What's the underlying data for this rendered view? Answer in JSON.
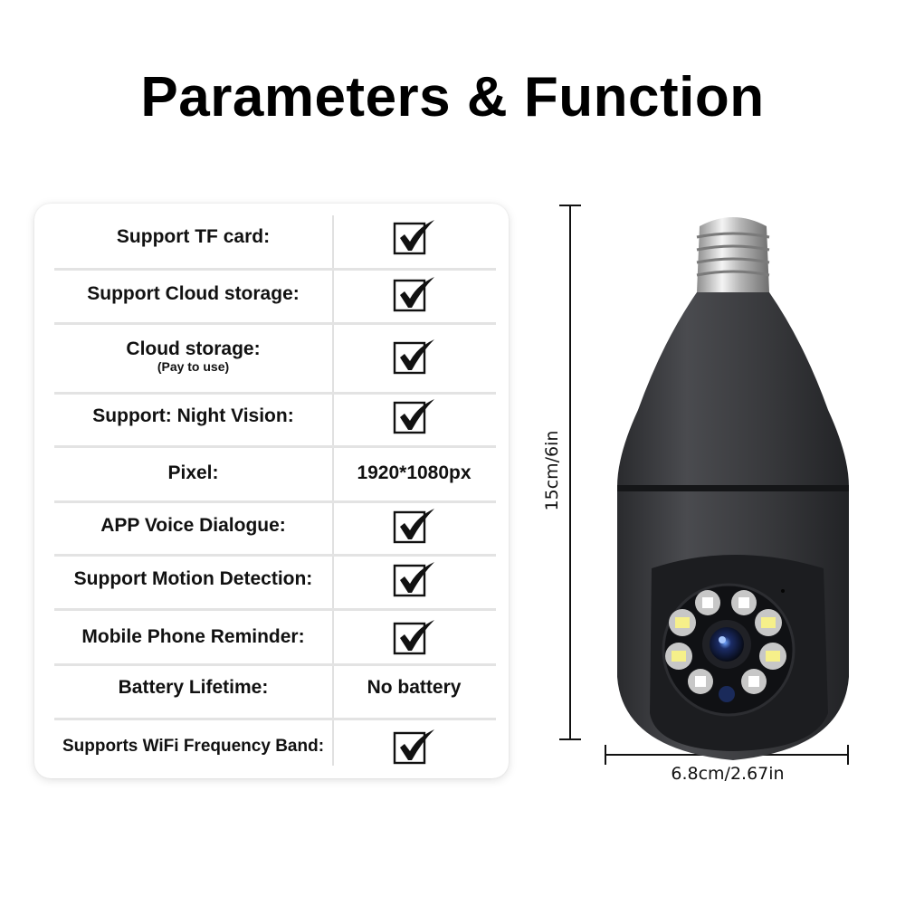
{
  "title": "Parameters & Function",
  "table": {
    "rows": [
      {
        "label": "Support TF card:",
        "sub": "",
        "type": "check",
        "value": "checked"
      },
      {
        "label": "Support Cloud storage:",
        "sub": "",
        "type": "check",
        "value": "checked"
      },
      {
        "label": "Cloud storage:",
        "sub": "(Pay to use)",
        "type": "check",
        "value": "checked"
      },
      {
        "label": "Support: Night Vision:",
        "sub": "",
        "type": "check",
        "value": "checked"
      },
      {
        "label": "Pixel:",
        "sub": "",
        "type": "text",
        "value": "1920*1080px"
      },
      {
        "label": "APP Voice Dialogue:",
        "sub": "",
        "type": "check",
        "value": "checked"
      },
      {
        "label": "Support Motion Detection:",
        "sub": "",
        "type": "check",
        "value": "checked"
      },
      {
        "label": "Mobile Phone Reminder:",
        "sub": "",
        "type": "check",
        "value": "checked"
      },
      {
        "label": "Battery Lifetime:",
        "sub": "",
        "type": "text",
        "value": "No battery"
      },
      {
        "label": "Supports WiFi Frequency Band:",
        "sub": "",
        "type": "check",
        "value": "checked"
      }
    ]
  },
  "product": {
    "name": "bulb-security-camera",
    "height_label": "15cm/6in",
    "width_label": "6.8cm/2.67in",
    "body_color": "#3a3b3e",
    "led_white_color": "#f6f08a",
    "led_ir_color": "#c9c9c9"
  }
}
